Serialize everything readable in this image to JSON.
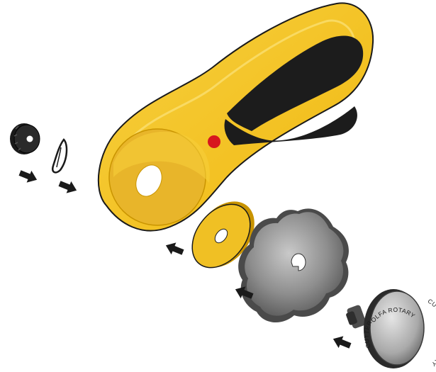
{
  "diagram": {
    "knob_label": {
      "top": "OLFA ROTARY",
      "right": "CUTTER OLFA ROTARY",
      "left": "CUTTER"
    },
    "colors": {
      "handle_yellow": "#f3c11b",
      "handle_shadow": "#e2a800",
      "disc_yellow": "#e8b52a",
      "grip_black": "#1c1c1c",
      "button_red": "#d7161e",
      "blade_gray": "#8a8a8a",
      "arrow": "#1a1a1a"
    },
    "icons": {
      "arrows": "right-pointing-arrow",
      "nut": "ratchet-nut-icon",
      "spring": "spring-washer-icon"
    }
  }
}
